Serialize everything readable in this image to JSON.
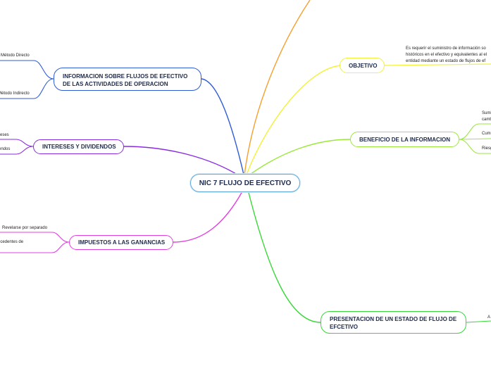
{
  "central": {
    "label": "NIC 7 FLUJO DE EFECTIVO"
  },
  "branches": {
    "operacion": {
      "label_line1": "INFORMACION SOBRE FLUJOS  DE EFECTIVO",
      "label_line2": "DE LAS ACTIVIDADES DE OPERACION",
      "color": "#2f5bd8",
      "children": [
        "Método Directo",
        "Método Indirecto"
      ]
    },
    "intereses": {
      "label": "INTERESES Y DIVIDENDOS",
      "color": "#8a2be2",
      "children": [
        "reses",
        "endos"
      ]
    },
    "impuestos": {
      "label": "IMPUESTOS A LAS GANANCIAS",
      "color": "#e040e0",
      "children": [
        "Revelarse por separado",
        "ocedentes de"
      ]
    },
    "objetivo": {
      "label": "OBJETIVO",
      "color": "#f2f23a",
      "description": [
        "Es requerir el suministro de información so",
        "históricos en el efectivo y equivalentes al el",
        "entidad mediante un estado de flujos de ef"
      ]
    },
    "beneficio": {
      "label": "BENEFICIO DE LA INFORMACION",
      "color": "#9be83a",
      "children": [
        "Sumi",
        "camb",
        "Cum",
        "Riesg"
      ]
    },
    "presentacion": {
      "label_line1": "PRESENTACION DE UN ESTADO DE FLUJO DE",
      "label_line2": "EFCETIVO",
      "color": "#38d838",
      "children": [
        "A"
      ]
    },
    "top": {
      "color": "#f4a030"
    }
  }
}
